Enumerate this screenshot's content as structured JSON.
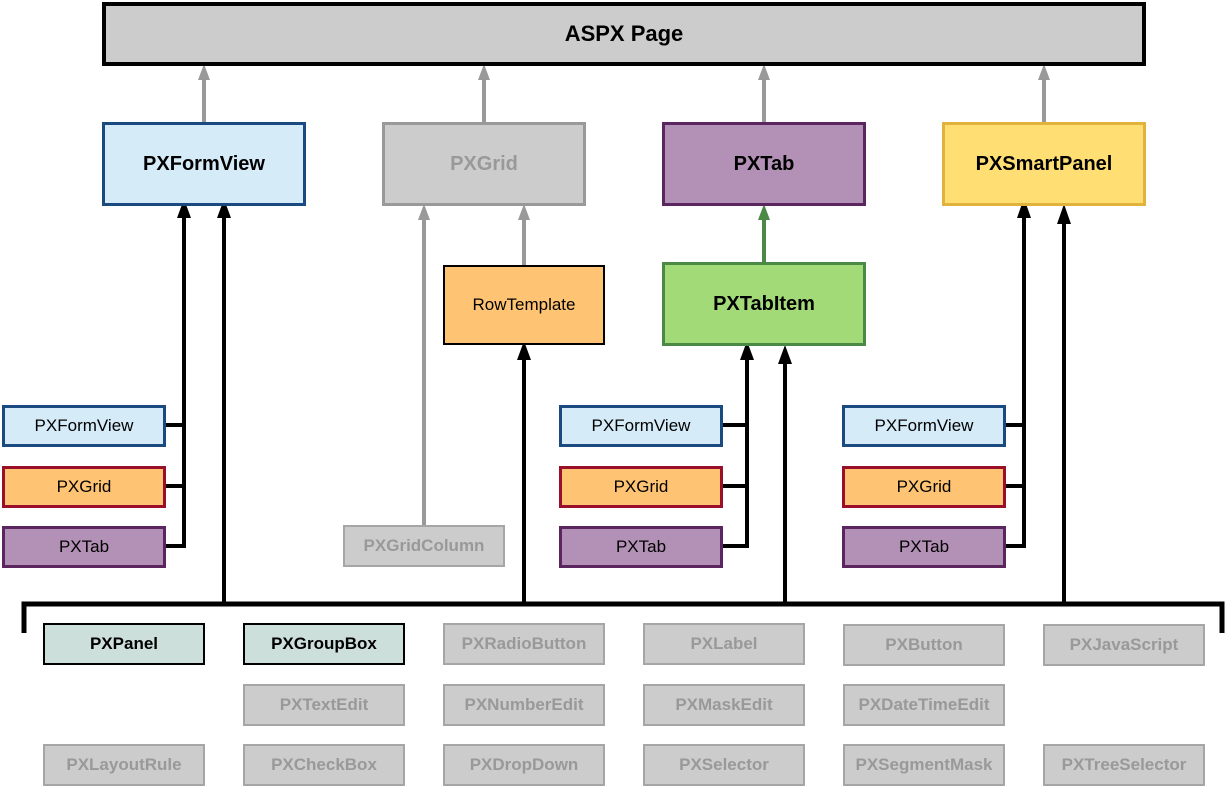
{
  "diagram": {
    "root": {
      "label": "ASPX Page"
    },
    "containers": [
      {
        "id": "formview",
        "label": "PXFormView",
        "theme": "blue"
      },
      {
        "id": "grid",
        "label": "PXGrid",
        "theme": "gray"
      },
      {
        "id": "tab",
        "label": "PXTab",
        "theme": "purple"
      },
      {
        "id": "smartpanel",
        "label": "PXSmartPanel",
        "theme": "yellow"
      }
    ],
    "sub_containers": [
      {
        "id": "rowtemplate",
        "label": "RowTemplate",
        "parent": "grid"
      },
      {
        "id": "tabitem",
        "label": "PXTabItem",
        "parent": "tab"
      },
      {
        "id": "gridcolumn",
        "label": "PXGridColumn",
        "parent": "grid"
      }
    ],
    "nested_groups": [
      {
        "parent": "formview",
        "children": [
          "PXFormView",
          "PXGrid",
          "PXTab"
        ]
      },
      {
        "parent": "tabitem",
        "children": [
          "PXFormView",
          "PXGrid",
          "PXTab"
        ]
      },
      {
        "parent": "smartpanel",
        "children": [
          "PXFormView",
          "PXGrid",
          "PXTab"
        ]
      }
    ],
    "controls": {
      "row1": [
        "PXPanel",
        "PXGroupBox",
        "PXRadioButton",
        "PXLabel",
        "PXButton",
        "PXJavaScript"
      ],
      "row2": [
        "PXTextEdit",
        "PXNumberEdit",
        "PXMaskEdit",
        "PXDateTimeEdit"
      ],
      "row3": [
        "PXLayoutRule",
        "PXCheckBox",
        "PXDropDown",
        "PXSelector",
        "PXSegmentMask",
        "PXTreeSelector"
      ]
    },
    "colors": {
      "arrow_gray": "#999999",
      "arrow_green": "#4b8a46",
      "arrow_black": "#000000"
    }
  }
}
